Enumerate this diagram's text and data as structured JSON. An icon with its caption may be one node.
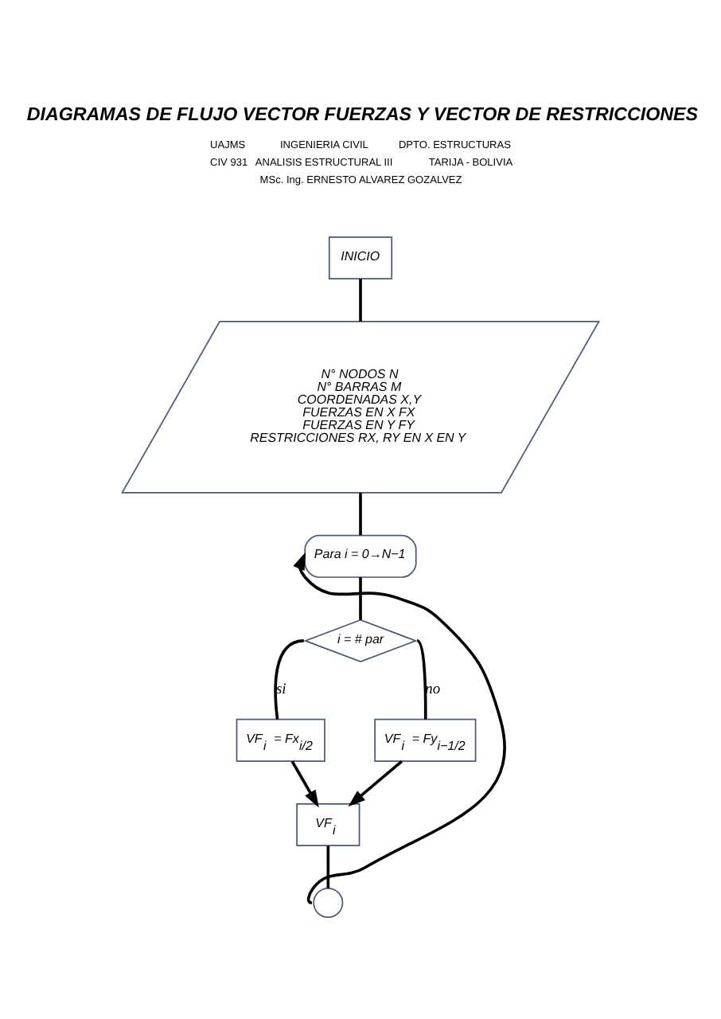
{
  "diagram": {
    "title": "DIAGRAMAS DE FLUJO VECTOR FUERZAS Y VECTOR DE RESTRICCIONES",
    "nodes": [
      {
        "text": [
          "INICIO"
        ]
      },
      {
        "text": [
          "N° NODOS N",
          "N° BARRAS M",
          "COORDENADAS X,Y",
          "FUERZAS EN X FX",
          "FUERZAS EN Y FY",
          "RESTRICCIONES RX, RY EN X EN Y"
        ]
      },
      {
        "text": [
          "Para i = 0→N−1"
        ]
      },
      {
        "text": [
          "i = # par"
        ]
      },
      {
        "text": [
          "VF$_{i}$ = Fx$_{i/2}$"
        ]
      },
      {
        "text": [
          "VF$_{i}$ = Fy$_{i−1/2}$"
        ]
      },
      {
        "text": [
          "VF$_{i}$"
        ]
      },
      {
        "text": [],
        "shape": "circle"
      }
    ],
    "edges": [
      {
        "from": 0,
        "to": 1,
        "arrow": "none"
      },
      {
        "from": 1,
        "to": 2,
        "arrow": "none"
      },
      {
        "from": 2,
        "to": 3,
        "arrow": "none"
      },
      {
        "from": 3,
        "to": 4,
        "arrow": "none",
        "label": "si"
      },
      {
        "from": 3,
        "to": 5,
        "arrow": "none",
        "label": "no"
      },
      {
        "from": 4,
        "to": 6,
        "arrow": "to"
      },
      {
        "from": 5,
        "to": 6,
        "arrow": "to"
      },
      {
        "from": 6,
        "to": 7,
        "arrow": "none"
      },
      {
        "from": 7,
        "to": 2,
        "arrow": "to"
      }
    ],
    "labels": [
      "UAJMS",
      "INGENIERIA CIVIL",
      "DPTO. ESTRUCTURAS",
      "CIV 931",
      "ANALISIS ESTRUCTURAL III",
      "TARIJA - BOLIVIA",
      "MSc. Ing. ERNESTO ALVAREZ GOZALVEZ"
    ]
  }
}
